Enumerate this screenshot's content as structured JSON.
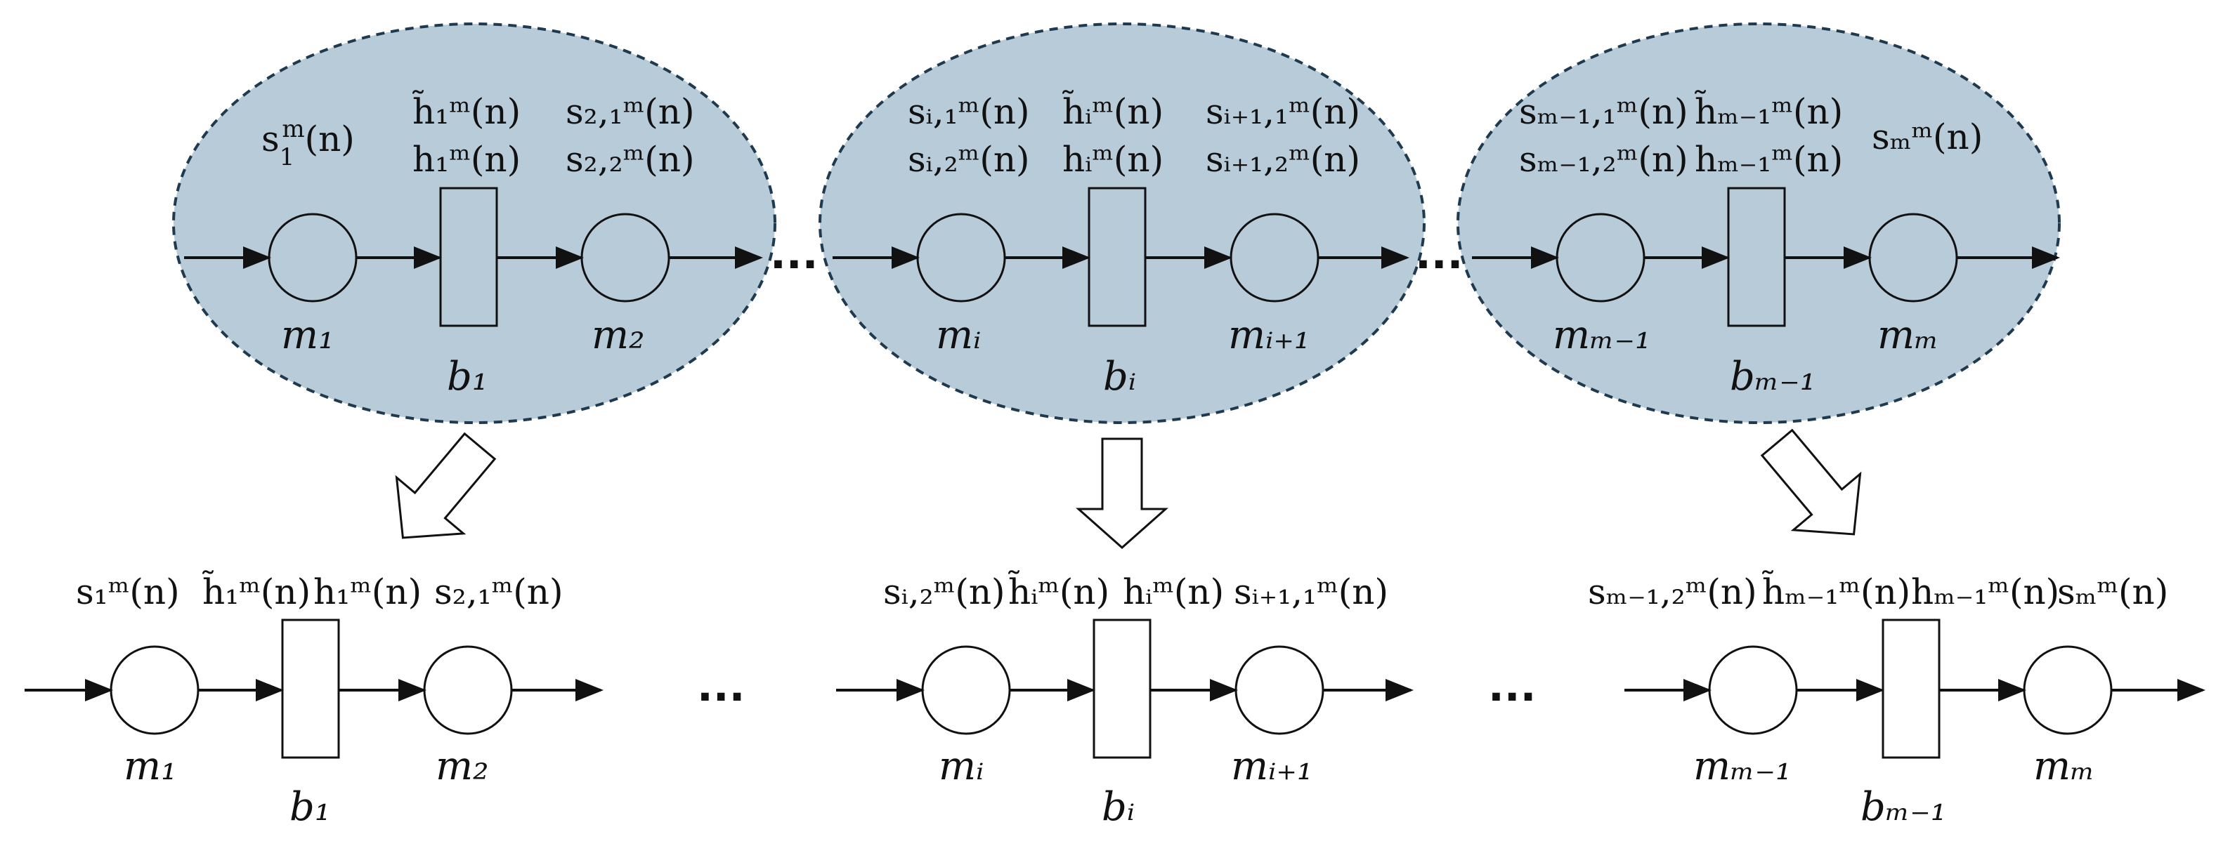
{
  "colors": {
    "cluster_fill": "#b8cbd8",
    "cluster_border": "#1f3a4e",
    "stroke": "#111111",
    "background": "#ffffff"
  },
  "ellipsis": "...",
  "clusters": [
    {
      "top": {
        "in_label": [
          "s",
          "₁",
          "ᵐ(n)"
        ],
        "block_label": [
          "h̃₁ᵐ(n)",
          "h₁ᵐ(n)"
        ],
        "out_label": [
          "s₂,₁ᵐ(n)",
          "s₂,₂ᵐ(n)"
        ],
        "m_in": "m₁",
        "block": "b₁",
        "m_out": "m₂"
      },
      "bottom": {
        "labels": [
          "s₁ᵐ(n)",
          "h̃₁ᵐ(n)",
          "h₁ᵐ(n)",
          "s₂,₁ᵐ(n)"
        ],
        "m_in": "m₁",
        "block": "b₁",
        "m_out": "m₂"
      }
    },
    {
      "top": {
        "in_label": [
          "sᵢ,₁ᵐ(n)",
          "sᵢ,₂ᵐ(n)"
        ],
        "block_label": [
          "h̃ᵢᵐ(n)",
          "hᵢᵐ(n)"
        ],
        "out_label": [
          "sᵢ₊₁,₁ᵐ(n)",
          "sᵢ₊₁,₂ᵐ(n)"
        ],
        "m_in": "mᵢ",
        "block": "bᵢ",
        "m_out": "mᵢ₊₁"
      },
      "bottom": {
        "labels": [
          "sᵢ,₂ᵐ(n)",
          "h̃ᵢᵐ(n)",
          "hᵢᵐ(n)",
          "sᵢ₊₁,₁ᵐ(n)"
        ],
        "m_in": "mᵢ",
        "block": "bᵢ",
        "m_out": "mᵢ₊₁"
      }
    },
    {
      "top": {
        "in_label": [
          "sₘ₋₁,₁ᵐ(n)",
          "sₘ₋₁,₂ᵐ(n)"
        ],
        "block_label": [
          "h̃ₘ₋₁ᵐ(n)",
          "hₘ₋₁ᵐ(n)"
        ],
        "out_label": [
          "sₘᵐ(n)"
        ],
        "m_in": "mₘ₋₁",
        "block": "bₘ₋₁",
        "m_out": "mₘ"
      },
      "bottom": {
        "labels": [
          "sₘ₋₁,₂ᵐ(n)",
          "h̃ₘ₋₁ᵐ(n)",
          "hₘ₋₁ᵐ(n)",
          "sₘᵐ(n)"
        ],
        "m_in": "mₘ₋₁",
        "block": "bₘ₋₁",
        "m_out": "mₘ"
      }
    }
  ]
}
